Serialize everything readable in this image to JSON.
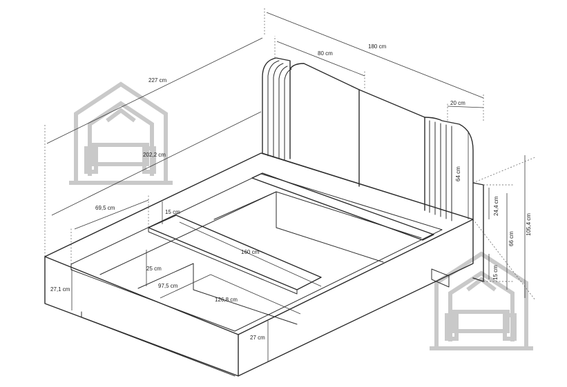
{
  "dimensions": {
    "total_length": "227 cm",
    "total_width": "180 cm",
    "headboard_panel_width": "80 cm",
    "headboard_side_rounding": "20 cm",
    "inner_length": "202,2 cm",
    "side_ledge": "69,5 cm",
    "slat_support_drop": "15 cm",
    "inner_width": "160 cm",
    "frame_inner_depth": "25 cm",
    "center_beam_half": "97,5 cm",
    "center_beam_length": "126,8 cm",
    "frame_height_left": "27,1 cm",
    "frame_height_front": "27 cm",
    "headboard_panel_height": "64 cm",
    "headboard_above_frame": "24,4 cm",
    "headboard_total": "66 cm",
    "headboard_leg_gap": "15 cm",
    "total_height": "105,4 cm"
  },
  "icons": {
    "watermark_top_left": "house-sofa-logo-icon",
    "watermark_bottom_right": "house-sofa-logo-icon"
  },
  "colors": {
    "line": "#2b2b2b",
    "watermark": "#c9c9c9"
  }
}
